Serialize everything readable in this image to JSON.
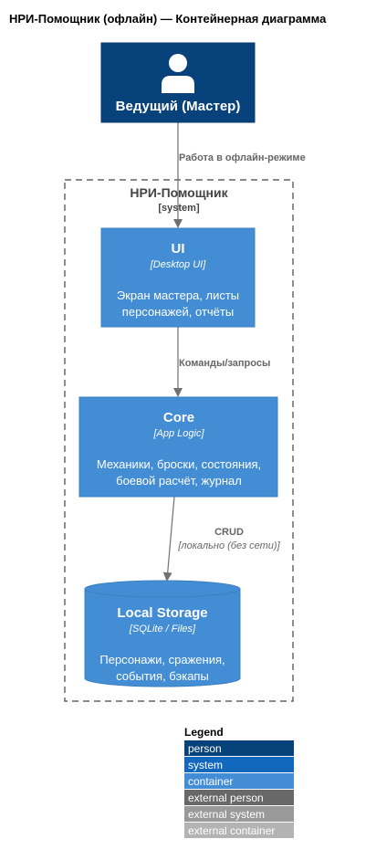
{
  "title": "НРИ-Помощник (офлайн) — Контейнерная диаграмма",
  "person": {
    "name": "Ведущий (Мастер)",
    "icon": "person-icon"
  },
  "boundary": {
    "name": "НРИ-Помощник",
    "type": "[system]"
  },
  "containers": {
    "ui": {
      "name": "UI",
      "tech": "[Desktop UI]",
      "desc_line1": "Экран мастера, листы",
      "desc_line2": "персонажей, отчёты"
    },
    "core": {
      "name": "Core",
      "tech": "[App Logic]",
      "desc_line1": "Механики, броски, состояния,",
      "desc_line2": "боевой расчёт, журнал"
    },
    "storage": {
      "name": "Local Storage",
      "tech": "[SQLite / Files]",
      "desc_line1": "Персонажи, сражения,",
      "desc_line2": "события, бэкапы"
    }
  },
  "relations": {
    "person_ui": "Работа в офлайн-режиме",
    "ui_core": "Команды/запросы",
    "core_storage": "CRUD",
    "core_storage_tech": "[локально (без сети)]"
  },
  "legend": {
    "title": "Legend",
    "items": [
      {
        "label": "person",
        "color": "#08427b"
      },
      {
        "label": "system",
        "color": "#1168bd"
      },
      {
        "label": "container",
        "color": "#438dd5"
      },
      {
        "label": "external person",
        "color": "#686868"
      },
      {
        "label": "external system",
        "color": "#999999"
      },
      {
        "label": "external container",
        "color": "#b3b3b3"
      }
    ]
  },
  "colors": {
    "person": "#08427b",
    "container": "#438dd5",
    "arrow": "#707070",
    "boundary": "#444444"
  }
}
